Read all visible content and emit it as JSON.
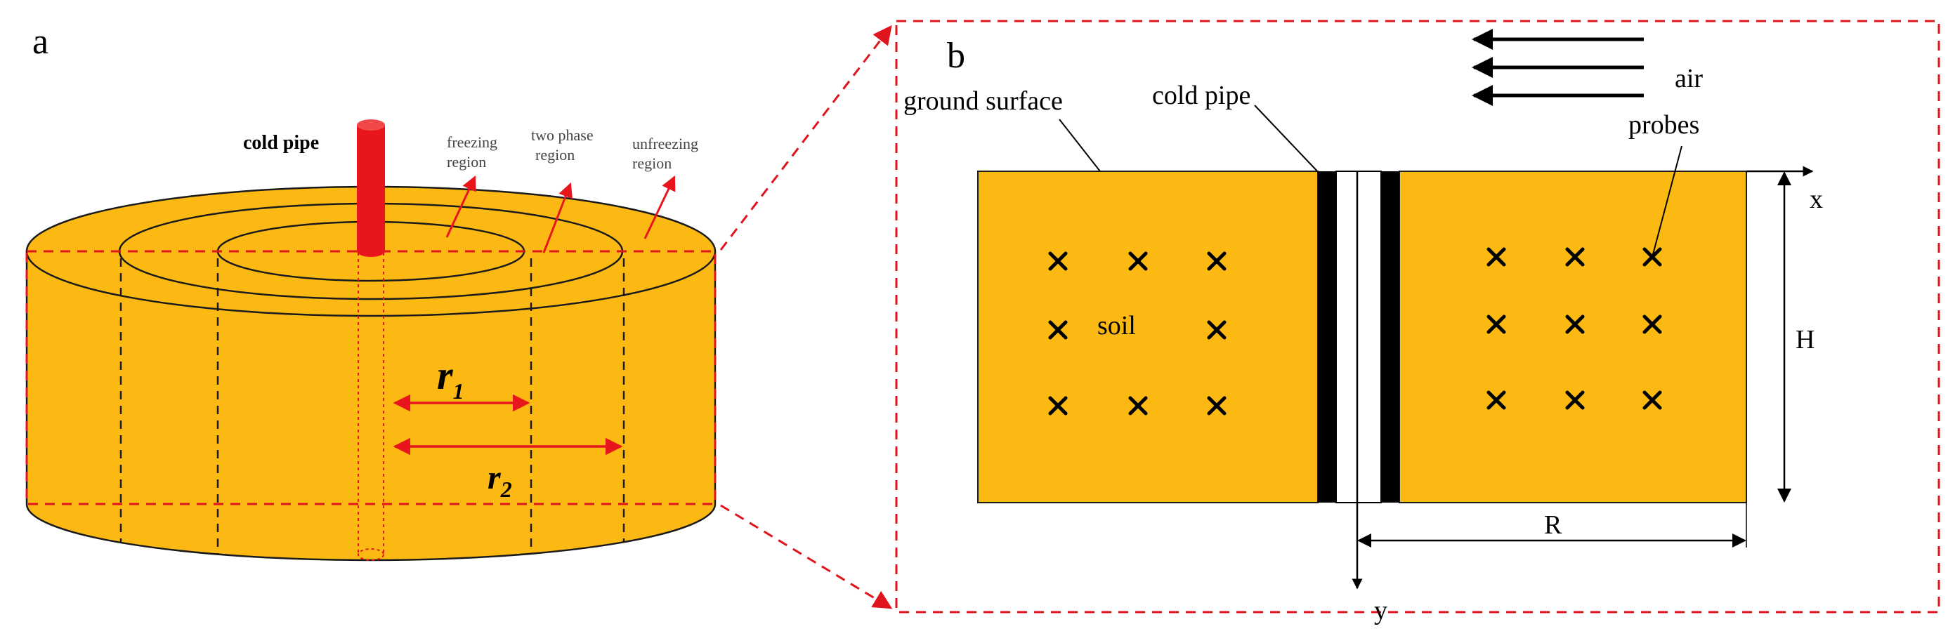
{
  "panel_a": {
    "label": "a",
    "cold_pipe_label": "cold pipe",
    "freezing_region": [
      "freezing",
      "region"
    ],
    "two_phase_region": [
      "two phase",
      "region"
    ],
    "unfreezing_region": [
      "unfreezing",
      "region"
    ],
    "r1": {
      "main": "r",
      "sub": "1"
    },
    "r2": {
      "main": "r",
      "sub": "2"
    }
  },
  "panel_b": {
    "label": "b",
    "ground_surface": "ground surface",
    "cold_pipe": "cold pipe",
    "air": "air",
    "probes": "probes",
    "soil": "soil",
    "x_axis": "x",
    "y_axis": "y",
    "height": "H",
    "radius": "R"
  },
  "colors": {
    "soil": "#FDB913",
    "pipe": "#E8161C",
    "callout": "#E8161C",
    "outline": "#1a1a1a",
    "dash": "#E0141C"
  }
}
